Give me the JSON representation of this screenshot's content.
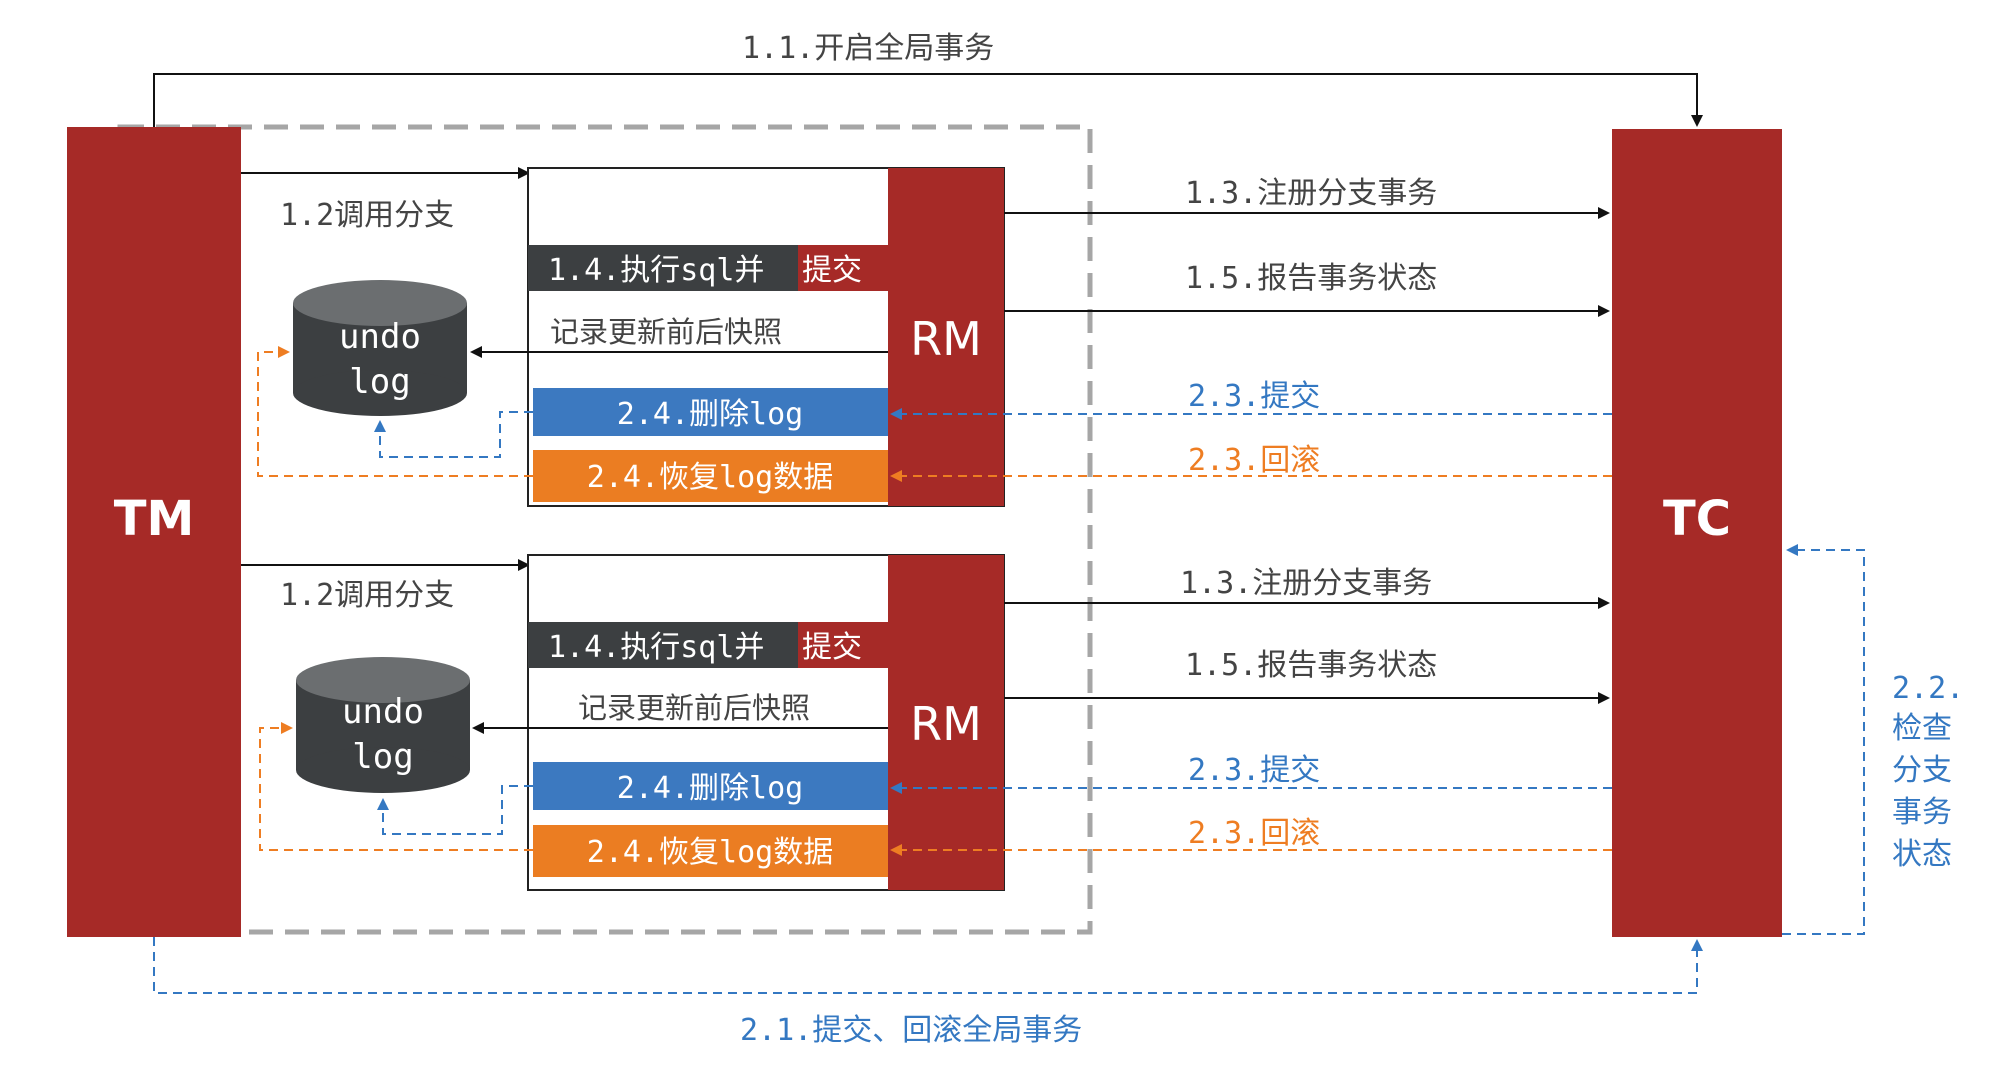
{
  "colors": {
    "dark_red": "#a62a27",
    "dark_gray": "#3c3f41",
    "blue": "#3478c2",
    "blue_box": "#3c79c0",
    "orange": "#ee7d22",
    "orange_box": "#eb7d22",
    "text_gray": "#444444",
    "dashed_border": "#a6a6a6"
  },
  "nodes": {
    "tm": "TM",
    "tc": "TC",
    "rm_label": "RM",
    "undo_line1": "undo",
    "undo_line2": "log"
  },
  "labels": {
    "start_global": "1.1.开启全局事务",
    "call_branch": "1.2调用分支",
    "exec_sql_prefix": "1.4.执行sql并",
    "exec_sql_commit": "提交",
    "record_snapshot": "记录更新前后快照",
    "delete_log": "2.4.删除log",
    "restore_log": "2.4.恢复log数据",
    "register_branch": "1.3.注册分支事务",
    "report_status": "1.5.报告事务状态",
    "tc_commit": "2.3.提交",
    "tc_rollback": "2.3.回滚",
    "global_commit_rollback": "2.1.提交、回滚全局事务",
    "check_line1": "2.2.",
    "check_line2": "检查",
    "check_line3": "分支",
    "check_line4": "事务",
    "check_line5": "状态"
  }
}
